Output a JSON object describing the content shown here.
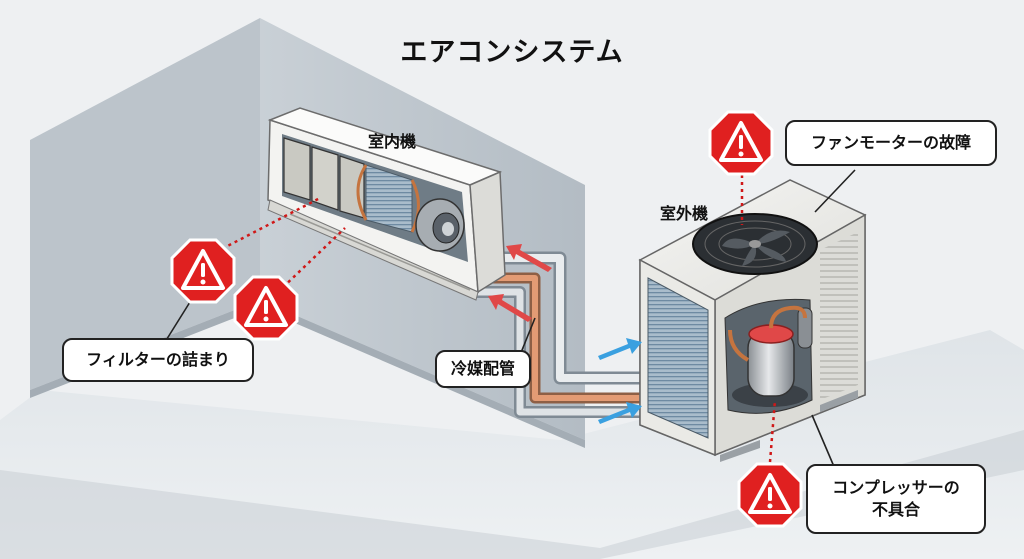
{
  "title": "エアコンシステム",
  "labels": {
    "indoor_unit": "室内機",
    "outdoor_unit": "室外機",
    "refrigerant_pipe": "冷媒配管"
  },
  "callouts": {
    "filter": "フィルターの詰まり",
    "fan_motor": "ファンモーターの故障",
    "compressor_line1": "コンプレッサーの",
    "compressor_line2": "不具合"
  },
  "icons": {
    "warning": "warning-octagon-icon",
    "flow_arrow": "flow-arrow-icon"
  },
  "colors": {
    "warning_red": "#e02020",
    "hot_pipe": "#d9865e",
    "cold_arrow": "#3aa0e0",
    "hot_arrow": "#e04848"
  }
}
